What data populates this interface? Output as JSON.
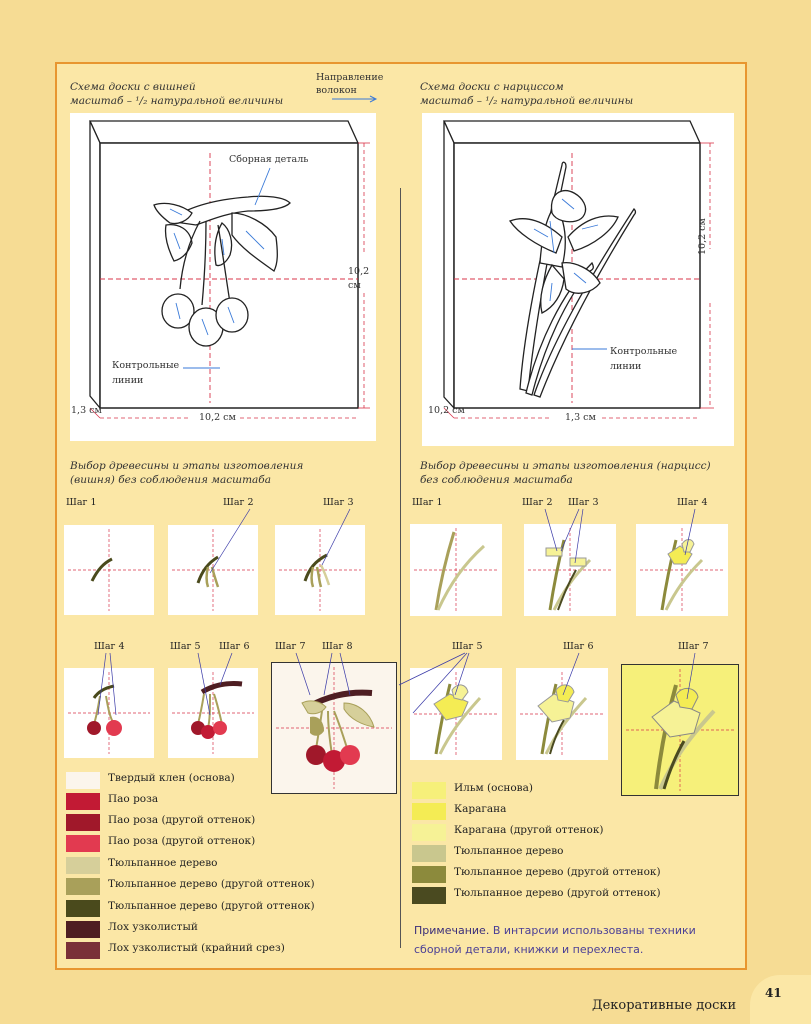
{
  "top": {
    "cherry_caption_1": "Схема доски с вишней",
    "cherry_caption_2": "масштаб – ¹/₂ натуральной величины",
    "grain_1": "Направление",
    "grain_2": "волокон",
    "narc_caption_1": "Схема доски с нарциссом",
    "narc_caption_2": "масштаб – ¹/₂ натуральной величины"
  },
  "cherry_diagram": {
    "assembly": "Сборная деталь",
    "control_1": "Контрольные",
    "control_2": "линии",
    "dim_h_1": "10,2",
    "dim_h_2": "см",
    "dim_w": "10,2 см",
    "dim_depth": "1,3 см"
  },
  "narc_diagram": {
    "control_1": "Контрольные",
    "control_2": "линии",
    "dim_h": "10,2 см",
    "dim_w": "1,3 см",
    "dim_depth": "10,2 см"
  },
  "steps_caption": {
    "cherry_1": "Выбор древесины и этапы изготовления",
    "cherry_2": "(вишня) без соблюдения масштаба",
    "narc_1": "Выбор древесины и этапы изготовления (нарцисс)",
    "narc_2": "без соблюдения масштаба"
  },
  "cherry_steps": [
    "Шаг 1",
    "Шаг 2",
    "Шаг 3",
    "Шаг 4",
    "Шаг 5",
    "Шаг 6",
    "Шаг 7",
    "Шаг 8"
  ],
  "narc_steps": [
    "Шаг 1",
    "Шаг 2",
    "Шаг 3",
    "Шаг 4",
    "Шаг 5",
    "Шаг 6",
    "Шаг 7"
  ],
  "cherry_legend": [
    {
      "label": "Твердый клен (основа)",
      "color": "#fbf5ec"
    },
    {
      "label": "Пао роза",
      "color": "#c21a34"
    },
    {
      "label": "Пао роза (другой оттенок)",
      "color": "#a0182a"
    },
    {
      "label": "Пао роза (другой оттенок)",
      "color": "#e23a50"
    },
    {
      "label": "Тюльпанное дерево",
      "color": "#d6cf9a"
    },
    {
      "label": "Тюльпанное дерево (другой оттенок)",
      "color": "#a9a05a"
    },
    {
      "label": "Тюльпанное дерево (другой оттенок)",
      "color": "#4a4a1c"
    },
    {
      "label": "Лох узколистый",
      "color": "#4e1e22"
    },
    {
      "label": "Лох узколистый (крайний срез)",
      "color": "#7a3038"
    }
  ],
  "narc_legend": [
    {
      "label": "Ильм (основа)",
      "color": "#f6f07a"
    },
    {
      "label": "Карагана",
      "color": "#f4ec54"
    },
    {
      "label": "Карагана (другой оттенок)",
      "color": "#f6f296"
    },
    {
      "label": "Тюльпанное дерево",
      "color": "#c9c78e"
    },
    {
      "label": "Тюльпанное дерево (другой оттенок)",
      "color": "#8c8a3c"
    },
    {
      "label": "Тюльпанное дерево (другой оттенок)",
      "color": "#4a4a20"
    }
  ],
  "note": {
    "title": "Примечание.",
    "text_1": "В интарсии использованы техники",
    "text_2": "сборной детали, книжки и перехлеста."
  },
  "footer": {
    "title": "Декоративные доски",
    "page": "41"
  }
}
